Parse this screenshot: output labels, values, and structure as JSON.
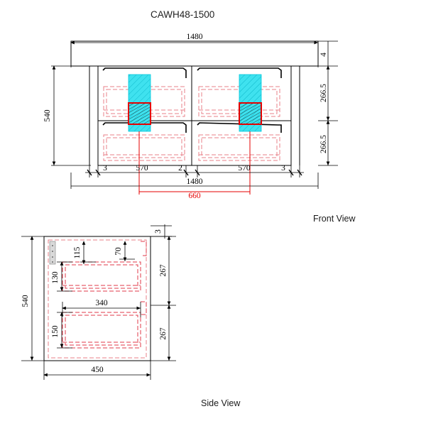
{
  "title": "CAWH48-1500",
  "views": {
    "front": {
      "label": "Front View",
      "overall_width": "1480",
      "overall_height": "540",
      "top_thickness": "4",
      "drawer_height_upper": "266.5",
      "drawer_height_lower": "266.5",
      "bottom_chain": [
        "3",
        "570",
        "2",
        "570",
        "3"
      ],
      "bottom_total": "1480",
      "red_dim": "660"
    },
    "side": {
      "label": "Side View",
      "overall_height": "540",
      "overall_depth": "450",
      "top_gap": "3",
      "upper_section": "267",
      "lower_section": "267",
      "inner_top_offset": "115",
      "inner_top_right": "70",
      "inner_upper_drawer": "130",
      "inner_lower_drawer": "150",
      "drawer_depth": "340"
    }
  },
  "colors": {
    "outline": "#000000",
    "hidden_red": "#e8808a",
    "accent_red": "#e60000",
    "highlight_cyan": "#3fe2ef",
    "gray_strip": "#d9d9d9"
  }
}
